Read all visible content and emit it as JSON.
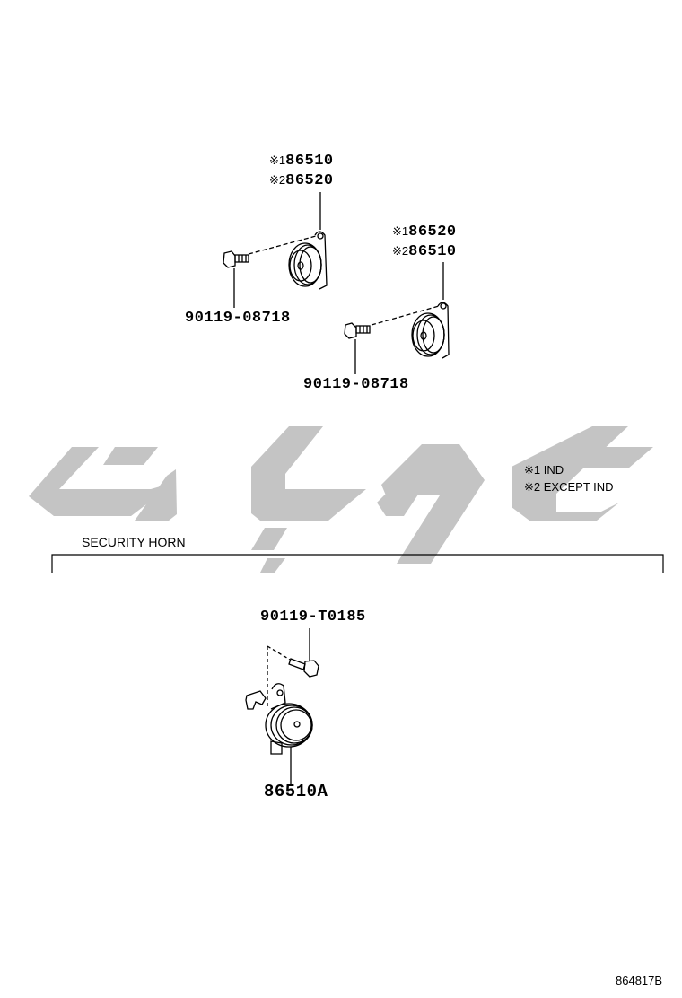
{
  "diagram": {
    "title": "",
    "figure_id": "864817B",
    "watermark": {
      "text": "تویوتا پارت",
      "color": "#c0c0c0"
    },
    "legend": [
      {
        "mark": "※1",
        "label": "IND"
      },
      {
        "mark": "※2",
        "label": "EXCEPT IND"
      }
    ],
    "groups": [
      {
        "id": "horn-1",
        "labels": [
          {
            "mark": "※1",
            "part": "86510"
          },
          {
            "mark": "※2",
            "part": "86520"
          }
        ],
        "bolt": "90119-08718"
      },
      {
        "id": "horn-2",
        "labels": [
          {
            "mark": "※1",
            "part": "86520"
          },
          {
            "mark": "※2",
            "part": "86510"
          }
        ],
        "bolt": "90119-08718"
      }
    ],
    "security_horn": {
      "section_label": "SECURITY HORN",
      "bolt": "90119-T0185",
      "horn": "86510A"
    }
  }
}
